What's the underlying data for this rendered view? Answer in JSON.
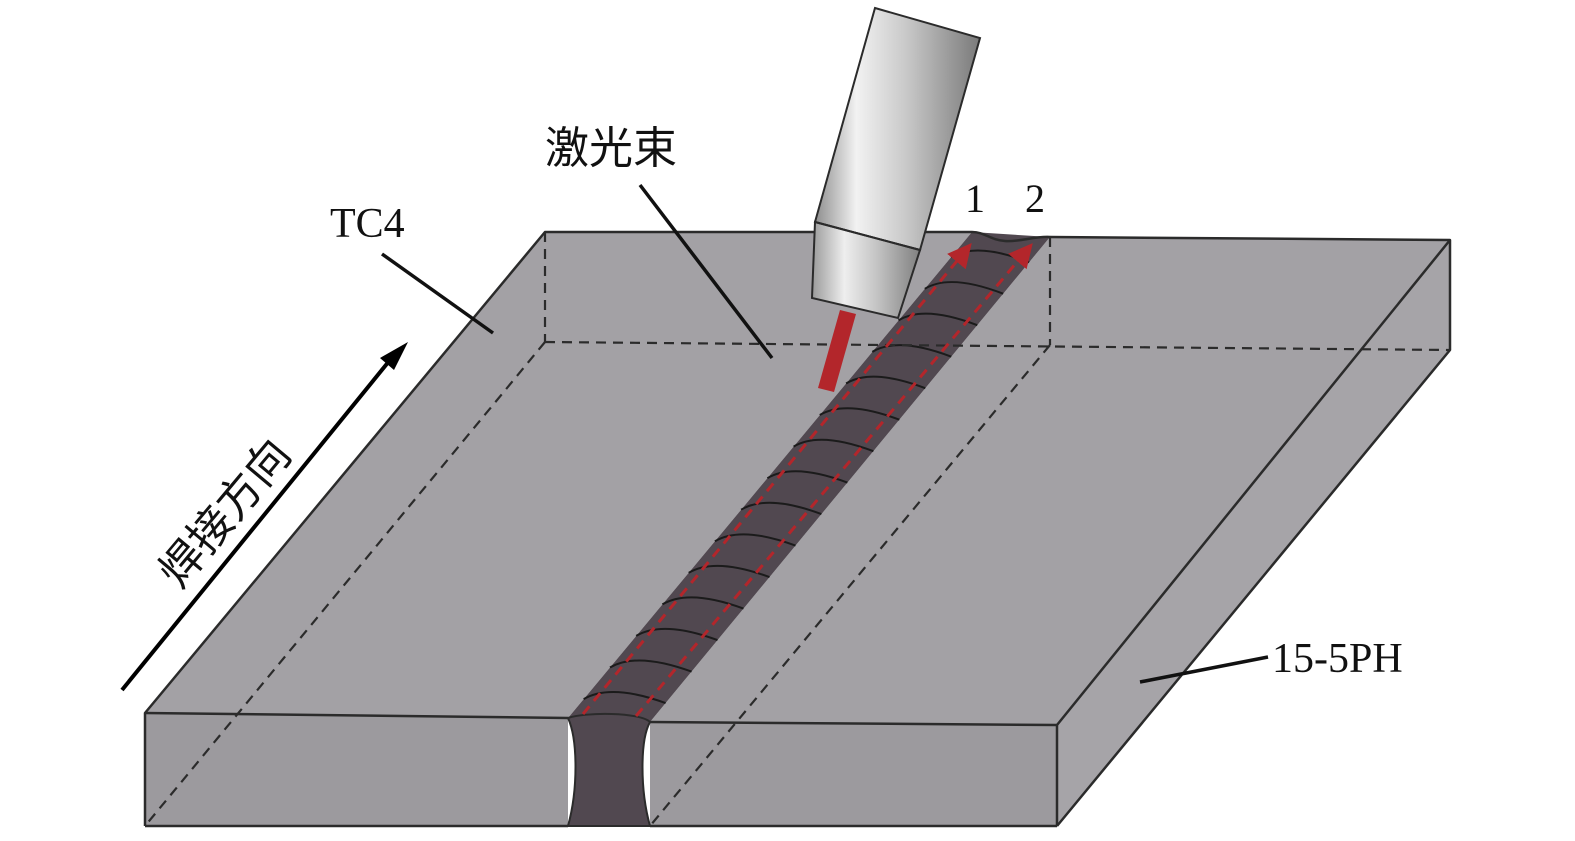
{
  "labels": {
    "laser_beam": "激光束",
    "welding_direction": "焊接方向",
    "left_plate": "TC4",
    "right_plate": "15-5PH",
    "path_1": "1",
    "path_2": "2"
  },
  "colors": {
    "plate_top": "#a3a1a5",
    "plate_side": "#9c9a9e",
    "weld_bead": "#514850",
    "laser": "#b3262b",
    "edge": "#2b2b2b"
  },
  "icons": {
    "laser_head": "cylinder-nozzle-icon",
    "direction_arrow": "arrow-up-right-icon"
  }
}
